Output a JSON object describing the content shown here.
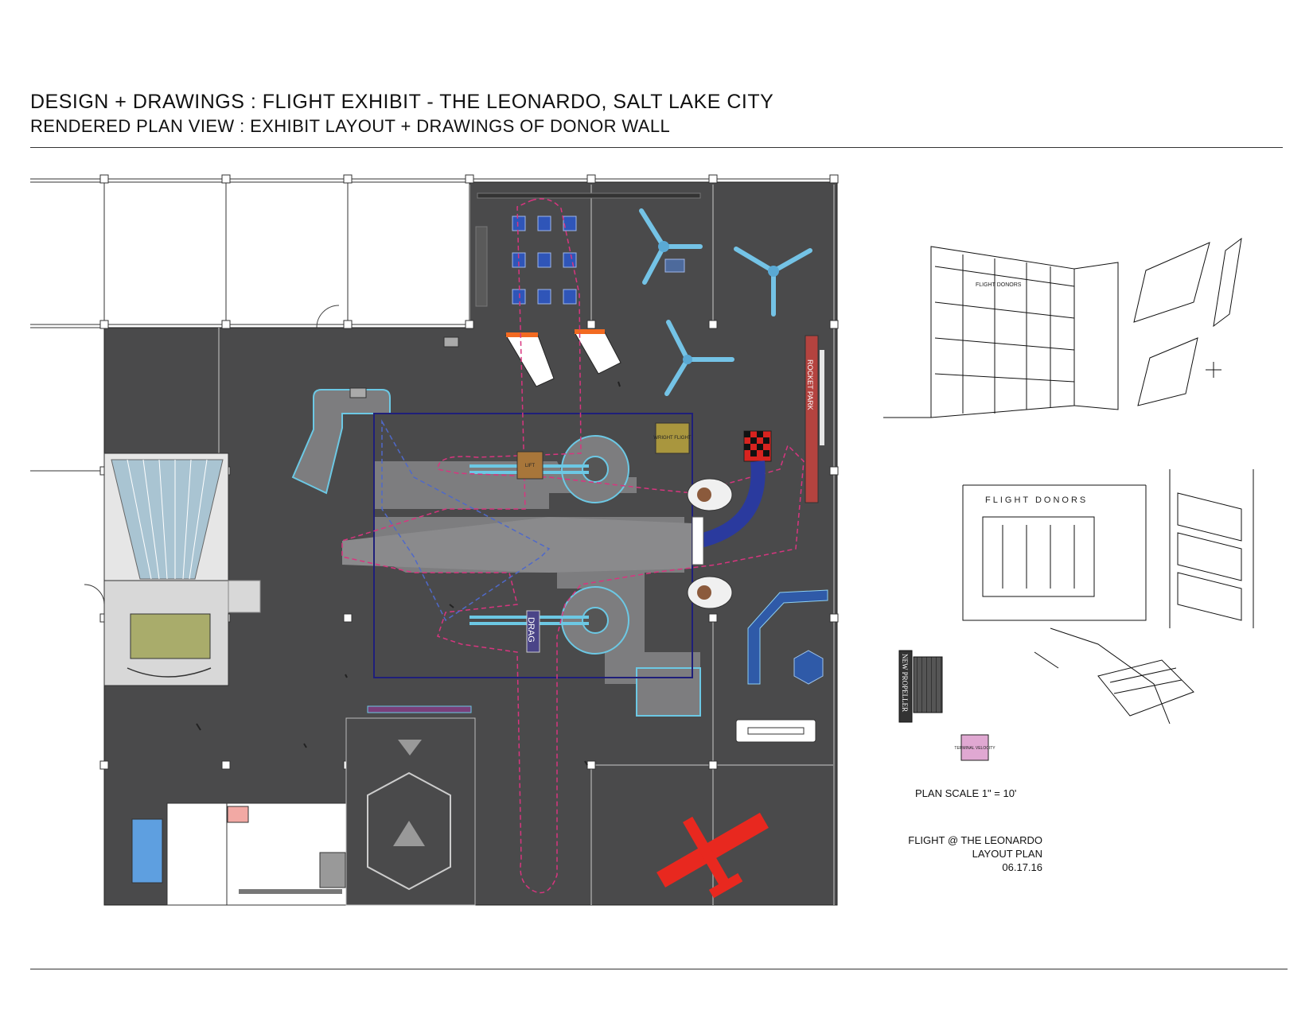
{
  "header": {
    "title": "DESIGN + DRAWINGS : FLIGHT EXHIBIT - THE LEONARDO, SALT LAKE CITY",
    "subtitle": "RENDERED PLAN VIEW : EXHIBIT LAYOUT + DRAWINGS OF DONOR WALL"
  },
  "plan_labels": {
    "rocket_park": "ROCKET PARK",
    "drag": "DRAG",
    "new_propeller": "NEW PROPELLER",
    "terminal_velocity": "TERMINAL VELOCITY",
    "yellow_sign": "WRIGHT FLIGHT",
    "brown_sign": "LIFT"
  },
  "sketch_labels": {
    "flight_donors_small": "FLIGHT DONORS",
    "flight_donors_large": "FLIGHT DONORS"
  },
  "footer": {
    "scale": "PLAN SCALE   1\" = 10'",
    "info_line1": "FLIGHT @ THE LEONARDO",
    "info_line2": "LAYOUT PLAN",
    "info_line3": "06.17.16"
  },
  "colors": {
    "floor": "#4a4a4b",
    "ramp": "#7d7d7f",
    "outline_cyan": "#6cc8e4",
    "path_magenta": "#d8357f",
    "frame_navy": "#1f1f7a",
    "plane_red": "#e8281f",
    "tube_blue": "#2a3a9e"
  }
}
